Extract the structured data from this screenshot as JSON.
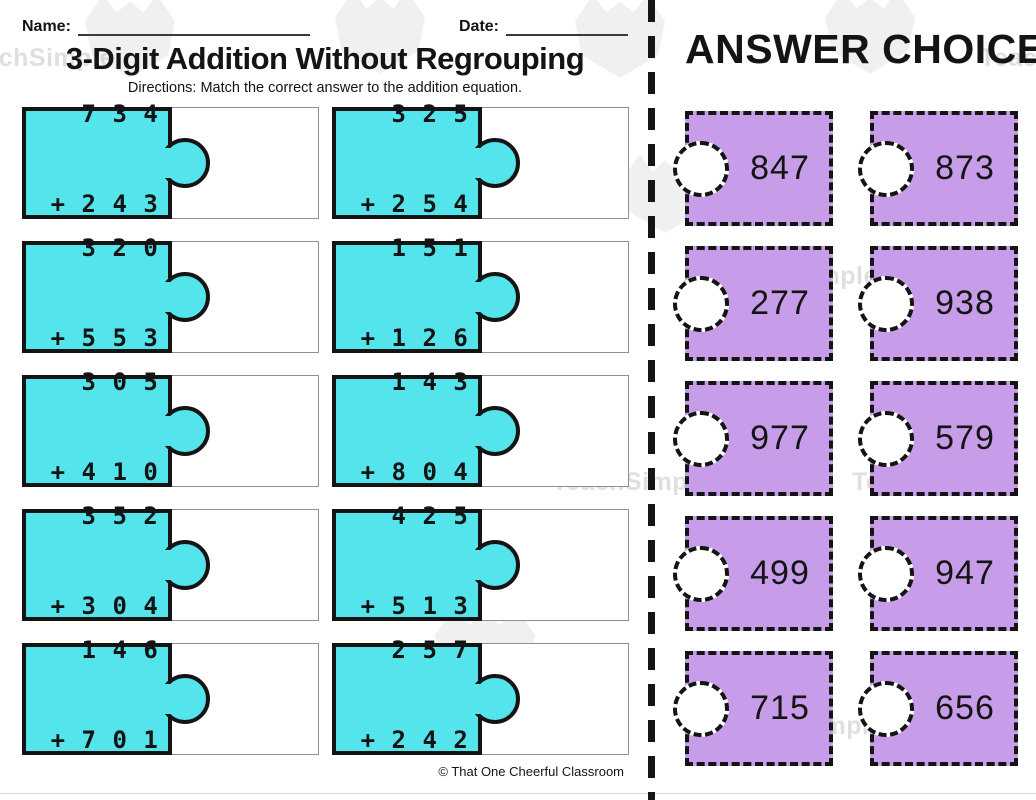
{
  "page": {
    "name_label": "Name:",
    "date_label": "Date:",
    "title": "3-Digit Addition Without Regrouping",
    "directions": "Directions: Match the correct answer to the addition equation.",
    "answer_header": "ANSWER CHOICES",
    "footer": "© That One Cheerful Classroom",
    "watermark_text": "TeachSimple"
  },
  "colors": {
    "problem_piece_fill": "#54E4EC",
    "answer_piece_fill": "#C79CE9",
    "outline": "#141414"
  },
  "problems": [
    {
      "addend1": "734",
      "addend2": "243"
    },
    {
      "addend1": "325",
      "addend2": "254"
    },
    {
      "addend1": "320",
      "addend2": "553"
    },
    {
      "addend1": "151",
      "addend2": "126"
    },
    {
      "addend1": "305",
      "addend2": "410"
    },
    {
      "addend1": "143",
      "addend2": "804"
    },
    {
      "addend1": "352",
      "addend2": "304"
    },
    {
      "addend1": "425",
      "addend2": "513"
    },
    {
      "addend1": "146",
      "addend2": "701"
    },
    {
      "addend1": "257",
      "addend2": "242"
    }
  ],
  "answers": [
    "847",
    "873",
    "277",
    "938",
    "977",
    "579",
    "499",
    "947",
    "715",
    "656"
  ]
}
